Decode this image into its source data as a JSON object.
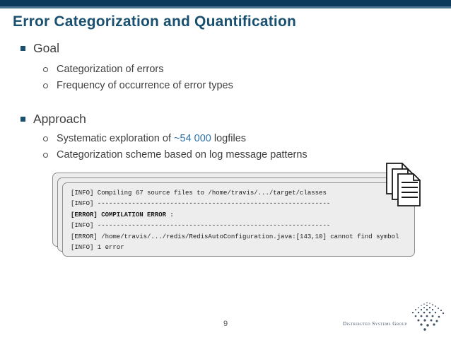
{
  "title": "Error Categorization and Quantification",
  "bullets": [
    {
      "label": "Goal",
      "items": [
        "Categorization of errors",
        "Frequency of occurrence of error types"
      ]
    },
    {
      "label": "Approach",
      "items": [
        {
          "segments": [
            "Systematic exploration of ",
            "~54 000",
            " logfiles"
          ]
        },
        "Categorization scheme based on log message patterns"
      ]
    }
  ],
  "log": {
    "lines": [
      "[INFO] Compiling 67 source files to /home/travis/.../target/classes",
      "[INFO] -------------------------------------------------------------",
      "[ERROR] COMPILATION ERROR :",
      "[INFO] -------------------------------------------------------------",
      "[ERROR] /home/travis/.../redis/RedisAutoConfiguration.java:[143,10] cannot find symbol",
      "[INFO] 1 error"
    ]
  },
  "footer": {
    "page_number": "9",
    "logo_text": "Distributed Systems Group"
  },
  "colors": {
    "topbar": "#0d3a5a",
    "topbar_accent": "#4e7691",
    "title": "#1a506f",
    "body_text": "#3f3f3f",
    "highlight": "#2e73a8",
    "log_bg": "#ededed",
    "log_border": "#8e8e8e",
    "log_text": "#1d1d1d",
    "footer_text": "#565656",
    "logo": "#46566b"
  }
}
